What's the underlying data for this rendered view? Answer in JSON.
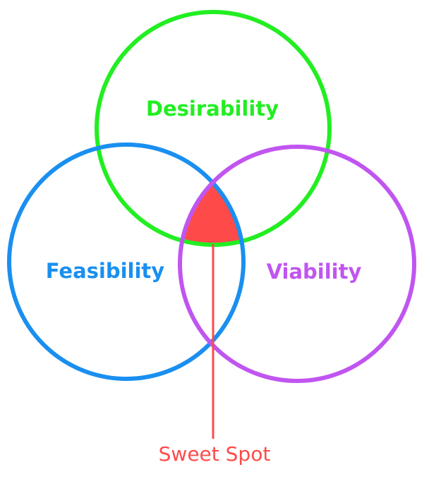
{
  "diagram": {
    "desirability": {
      "label": "Desirability",
      "color": "#22ee22"
    },
    "feasibility": {
      "label": "Feasibility",
      "color": "#1a8ff0"
    },
    "viability": {
      "label": "Viability",
      "color": "#c055f0"
    },
    "sweet_spot": {
      "label": "Sweet Spot",
      "color": "#ff4a4a"
    }
  }
}
